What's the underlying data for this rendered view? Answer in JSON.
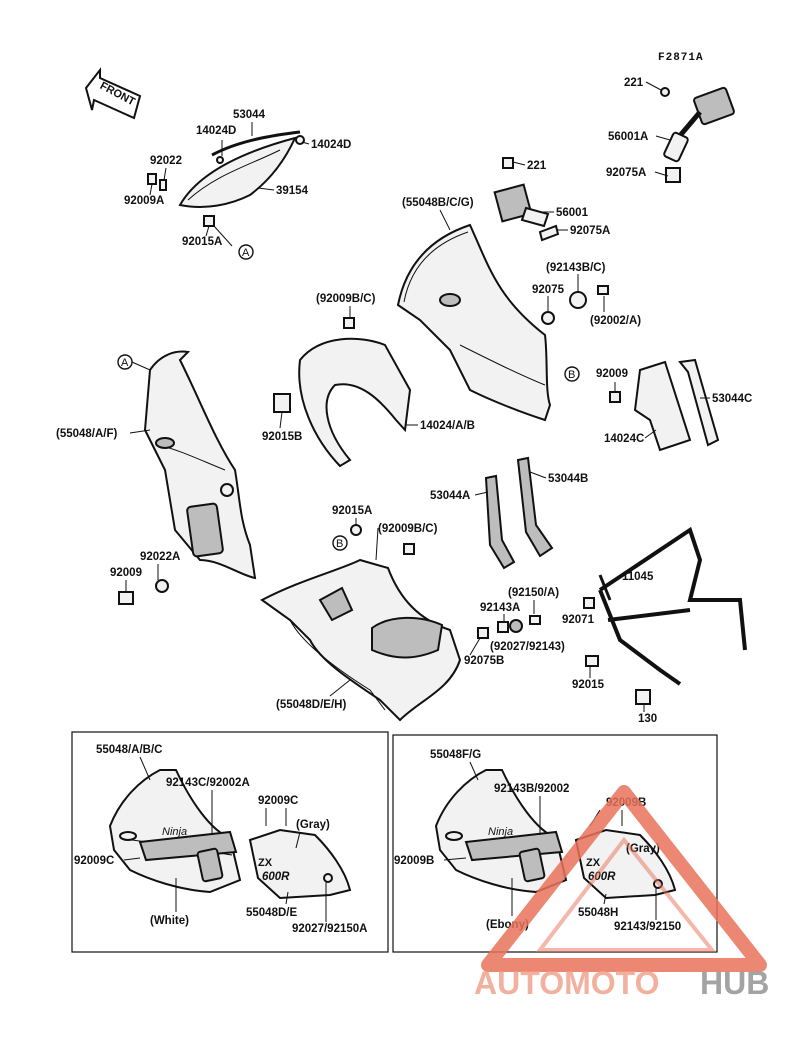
{
  "figure_code": "F2871A",
  "front_arrow": "FRONT",
  "callouts": {
    "c221_top": "221",
    "c56001A": "56001A",
    "c92075A_top": "92075A",
    "c53044": "53044",
    "c14024D_left": "14024D",
    "c14024D_right": "14024D",
    "c92022": "92022",
    "c92009A": "92009A",
    "c39154": "39154",
    "c92015A_top": "92015A",
    "c221_mid": "221",
    "c55048BCG": "(55048B/C/G)",
    "c56001": "56001",
    "c92075A_mid": "92075A",
    "c92143BC": "(92143B/C)",
    "c92075": "92075",
    "c92002A": "(92002/A)",
    "c92009BC_top": "(92009B/C)",
    "c55048AF": "(55048/A/F)",
    "c92015B": "92015B",
    "c14024AB": "14024/A/B",
    "c92009_right": "92009",
    "c53044C": "53044C",
    "c14024C": "14024C",
    "c53044A": "53044A",
    "c53044B": "53044B",
    "c92015A_mid": "92015A",
    "c92009BC_mid": "(92009B/C)",
    "c92022A": "92022A",
    "c92009_left": "92009",
    "c11045": "11045",
    "c92150A": "(92150/A)",
    "c92143A": "92143A",
    "c92071": "92071",
    "c92027_92143": "(92027/92143)",
    "c92075B": "92075B",
    "c92015": "92015",
    "c55048DEH": "(55048D/E/H)",
    "c130": "130"
  },
  "ref_markers": {
    "A_top": "A",
    "A_left": "A",
    "B_right": "B",
    "B_mid": "B"
  },
  "inset_left": {
    "c55048ABC": "55048/A/B/C",
    "c92143C_92002A": "92143C/92002A",
    "c92009C_top": "92009C",
    "gray": "(Gray)",
    "c92009C_left": "92009C",
    "white": "(White)",
    "c55048DE": "55048D/E",
    "c92027_92150A": "92027/92150A",
    "ninja_text": "Ninja",
    "zx_text": "ZX",
    "model_text": "600R"
  },
  "inset_right": {
    "c55048FG": "55048F/G",
    "c92143B_92002": "92143B/92002",
    "c92009B_top": "92009B",
    "gray": "(Gray)",
    "c92009B_left": "92009B",
    "ebony": "(Ebony)",
    "c55048H": "55048H",
    "c92143_92150": "92143/92150",
    "ninja_text": "Ninja",
    "zx_text": "ZX",
    "model_text": "600R"
  },
  "watermark": {
    "part1": "AUTOMOTO",
    "part2": "HUB",
    "color_primary": "#e8735a",
    "color_secondary": "#8a8a8a"
  }
}
